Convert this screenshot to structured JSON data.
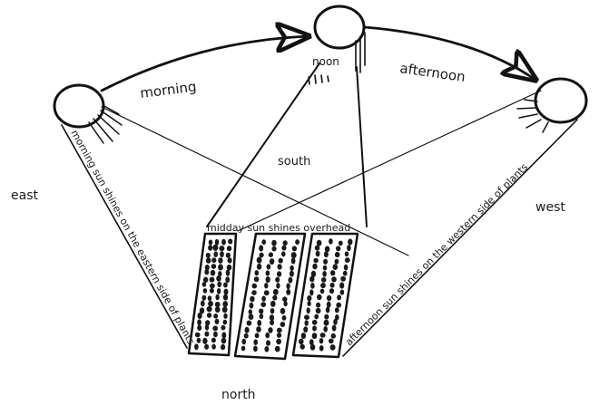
{
  "labels": {
    "morning": "morning",
    "noon": "noon",
    "afternoon": "afternoon",
    "east": "east",
    "west": "west",
    "south": "south",
    "north": "north",
    "morning_caption": "morning sun shines on the eastern side of plants",
    "midday_caption": "midday sun shines overhead",
    "afternoon_caption": "afternoon sun shines on the western side of plants"
  },
  "icons": [
    "sun-icon",
    "arrow-icon"
  ],
  "plant_rows": 3
}
